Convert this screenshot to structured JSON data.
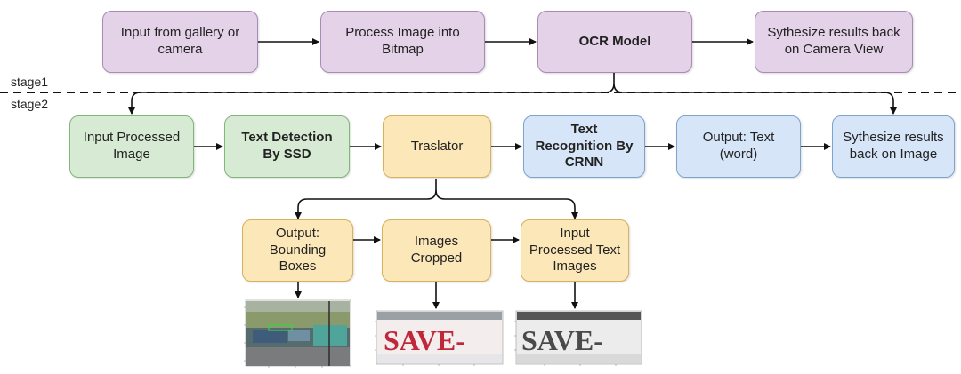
{
  "stages": {
    "stage1": "stage1",
    "stage2": "stage2"
  },
  "stage1_nodes": {
    "input": "Input from gallery or camera",
    "process": "Process Image into Bitmap",
    "ocr": "OCR Model",
    "synth": "Sythesize results back on Camera View"
  },
  "stage2_nodes": {
    "input_processed": "Input Processed Image",
    "detection": "Text Detection By SSD",
    "translator": "Traslator",
    "recognition": "Text Recognition By CRNN",
    "output_text": "Output: Text (word)",
    "synth_image": "Sythesize results back on Image"
  },
  "stage3_nodes": {
    "bounding": "Output: Bounding Boxes",
    "cropped": "Images Cropped",
    "text_images": "Input Processed Text Images"
  },
  "thumbnails": {
    "crop_color_text": "SAVE-",
    "crop_gray_text": "SAVE-"
  },
  "colors": {
    "purple": "#e3d2e8",
    "green": "#d7ebd4",
    "yellow": "#fce7b8",
    "blue": "#d6e5f7",
    "sign_red": "#c0283a"
  }
}
